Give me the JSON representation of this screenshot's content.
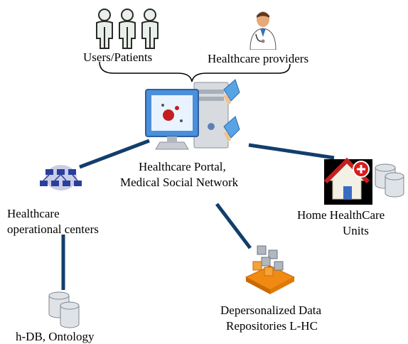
{
  "colors": {
    "connector": "#123e6b",
    "brace": "#000000",
    "accent_orange": "#f08a12",
    "db_silver": "#c9ced4"
  },
  "labels": {
    "users": "Users/Patients",
    "providers": "Healthcare providers",
    "portal_line1": "Healthcare Portal,",
    "portal_line2": "Medical Social Network",
    "ops_line1": "Healthcare",
    "ops_line2": "operational centers",
    "home_line1": "Home HealthCare",
    "home_line2": "Units",
    "depers_line1": "Depersonalized Data",
    "depers_line2": "Repositories L-HC",
    "hdb": "h-DB, Ontology"
  },
  "icons": [
    "person-icon",
    "doctor-icon",
    "computer-icon",
    "network-icon",
    "house-icon",
    "database-icon",
    "data-cubes-icon"
  ]
}
